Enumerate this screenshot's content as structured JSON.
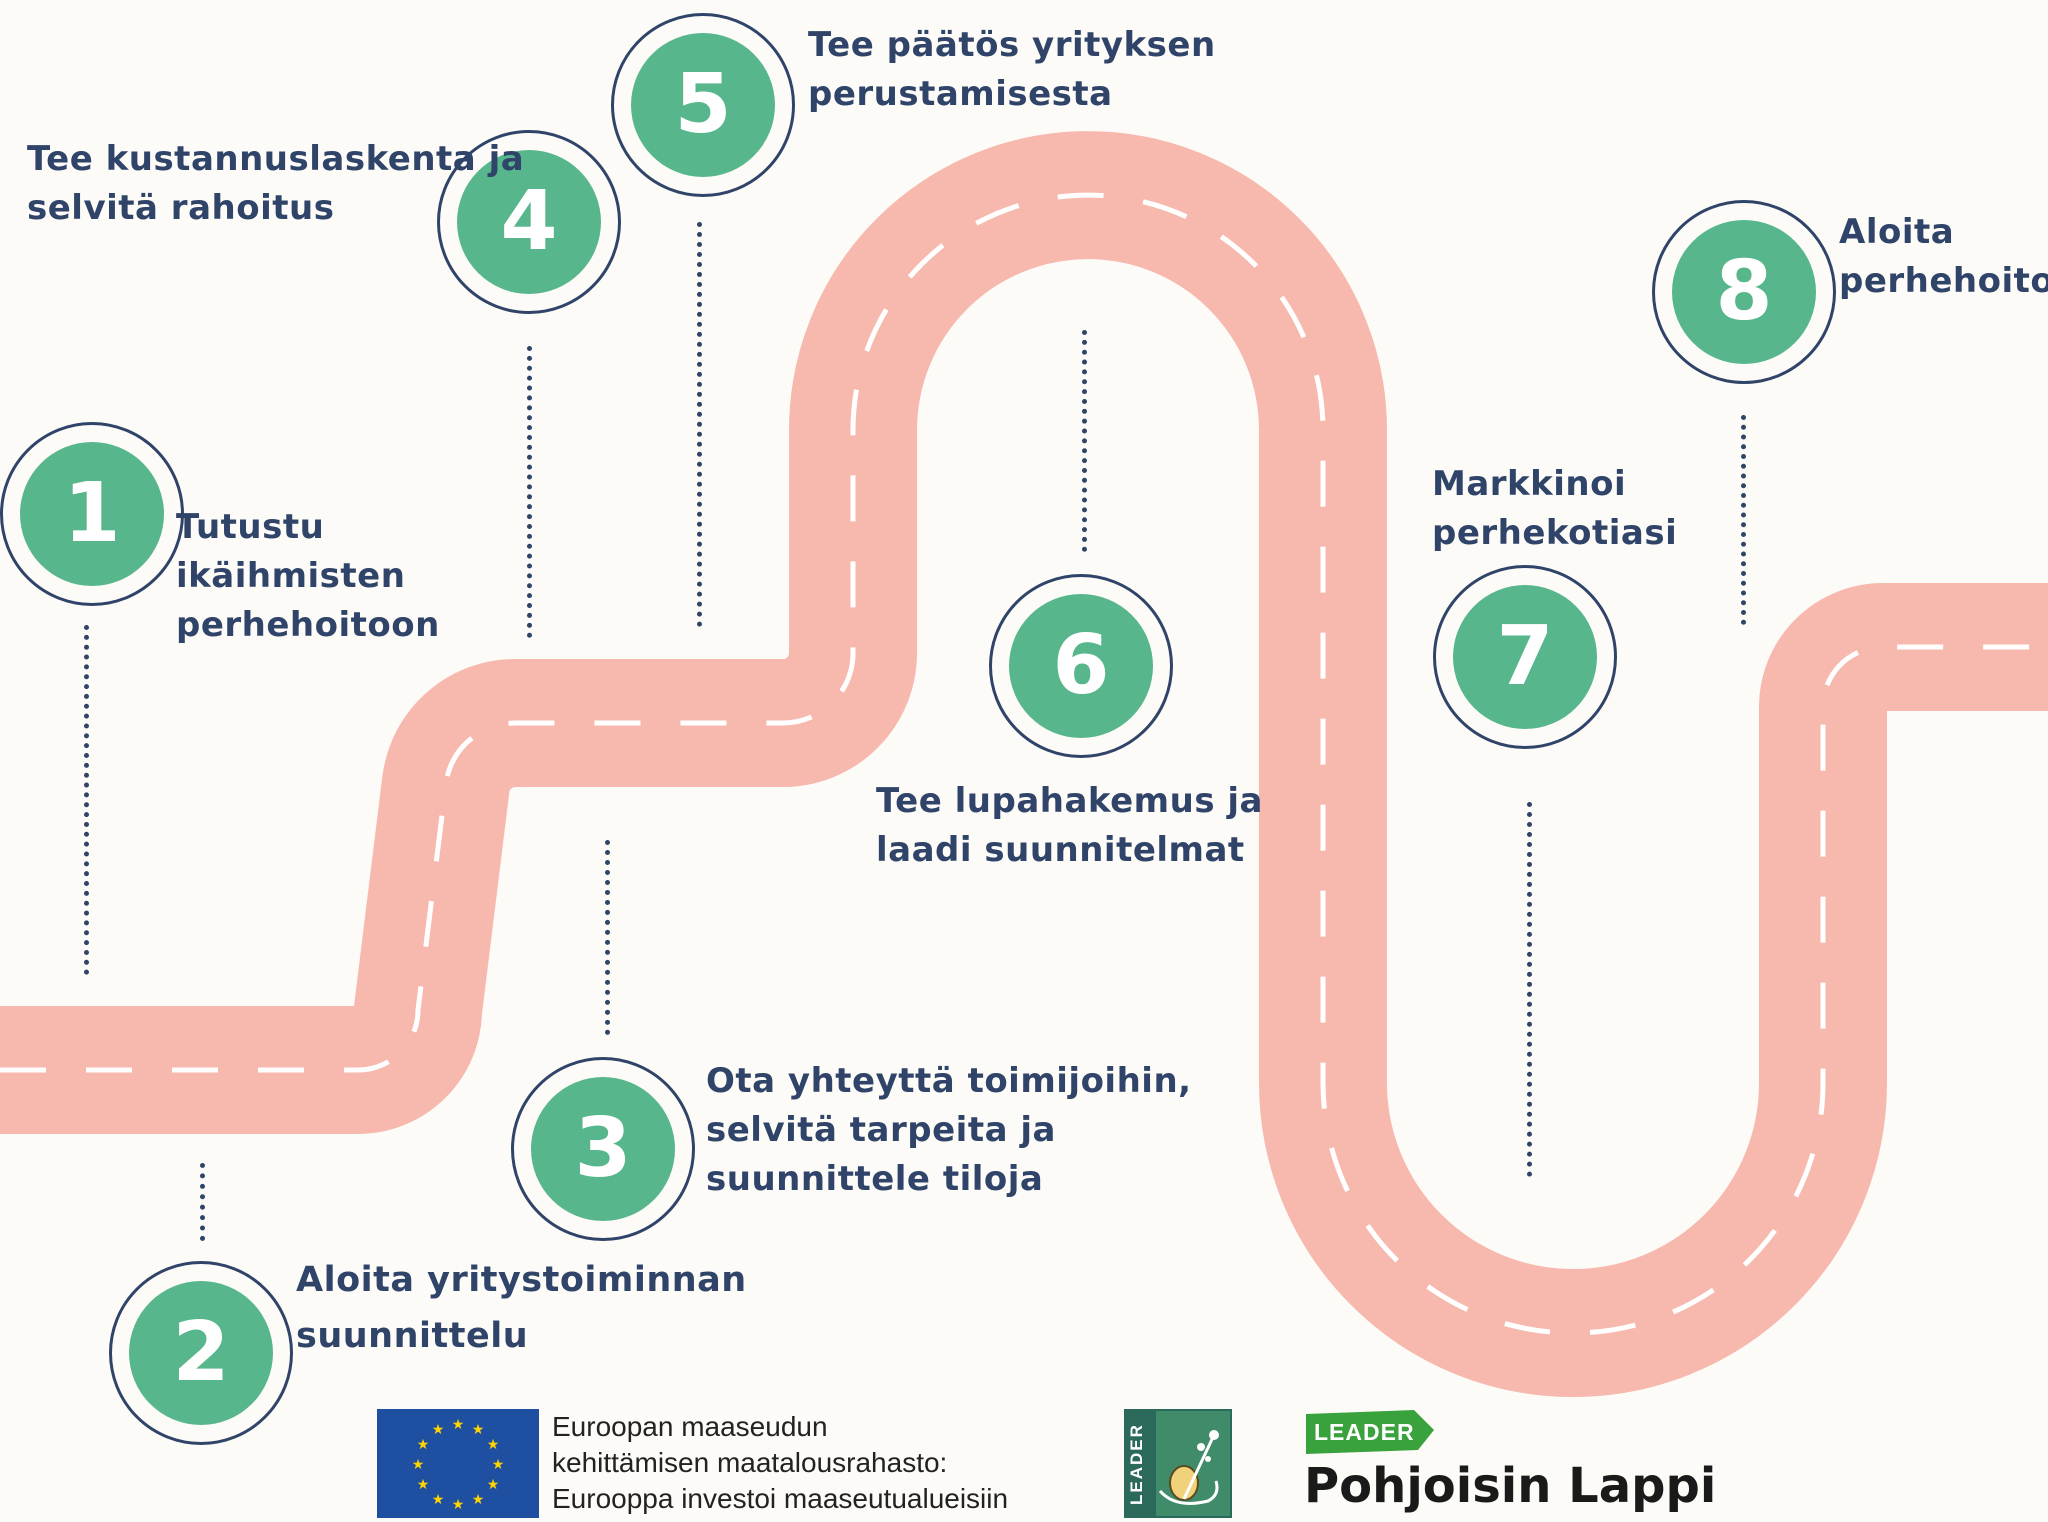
{
  "steps": [
    {
      "number": "1",
      "lines": [
        "Tutustu",
        "ikäihmisten",
        "perhehoitoon"
      ]
    },
    {
      "number": "2",
      "lines": [
        "Aloita yritystoiminnan",
        "suunnittelu"
      ]
    },
    {
      "number": "3",
      "lines": [
        "Ota yhteyttä toimijoihin,",
        "selvitä tarpeita ja",
        "suunnittele tiloja"
      ]
    },
    {
      "number": "4",
      "lines": [
        "Tee kustannuslaskenta ja",
        "selvitä rahoitus"
      ]
    },
    {
      "number": "5",
      "lines": [
        "Tee päätös yrityksen",
        "perustamisesta"
      ]
    },
    {
      "number": "6",
      "lines": [
        "Tee lupahakemus ja",
        "laadi suunnitelmat"
      ]
    },
    {
      "number": "7",
      "lines": [
        "Markkinoi",
        "perhekotiasi"
      ]
    },
    {
      "number": "8",
      "lines": [
        "Aloita",
        "perhehoito"
      ]
    }
  ],
  "footer": {
    "eu_text": [
      "Euroopan maaseudun",
      "kehittämisen maatalousrahasto:",
      "Eurooppa investoi maaseutualueisiin"
    ],
    "leader_vertical": "LEADER",
    "pl_badge": "LEADER",
    "pl_name": "Pohjoisin Lappi"
  },
  "colors": {
    "road": "#f7b9ae",
    "road_dash": "#ffffff",
    "circle_fill": "#58b68c",
    "ring": "#2f4468",
    "text": "#2f4468",
    "background": "#fdfbf8"
  }
}
